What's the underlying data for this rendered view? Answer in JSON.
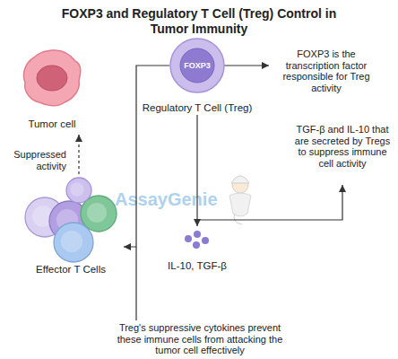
{
  "diagram": {
    "title": "FOXP3 and Regulatory T Cell (Treg) Control in Tumor Immunity",
    "nodes": [
      {
        "text": [
          "Tumor cell"
        ]
      },
      {
        "text": [
          "FOXP3",
          "Regulatory T Cell (Treg)"
        ]
      },
      {
        "text": [
          "Effector T Cells"
        ]
      },
      {
        "text": [
          "IL-10, TGF-β"
        ]
      }
    ],
    "edges": [
      {
        "from": 1,
        "to": 2,
        "arrow": "to"
      },
      {
        "from": 2,
        "to": 0,
        "arrow": "to"
      },
      {
        "from": 1,
        "to": 3,
        "arrow": "to"
      }
    ],
    "labels": [
      "Suppressed activity",
      "FOXP3 is the transcription factor responsible for Treg activity",
      "TGF-β and IL-10 that are secreted by Tregs to suppress immune cell activity",
      "Treg's suppressive cytokines prevent these immune cells from attacking the tumor cell effectively",
      "AssayGenie"
    ]
  }
}
